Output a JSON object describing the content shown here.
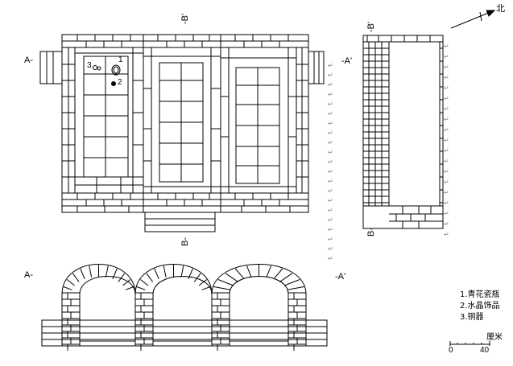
{
  "labels": {
    "a_left": "A-",
    "a_right": "-A'",
    "b_top": "-B'",
    "b_bottom": "B-",
    "section_a_left": "A-",
    "section_a_right": "-A'",
    "side_b_top": "-B'",
    "side_b_bottom": "B-",
    "north": "北",
    "marker_1": "1",
    "marker_2": "2",
    "marker_3": "3"
  },
  "legend": {
    "item1": "1.青花瓷瓶",
    "item2": "2.水晶饰品",
    "item3": "3.铜器"
  },
  "scale": {
    "unit": "厘米",
    "start": "0",
    "end": "40"
  },
  "colors": {
    "line": "#000000",
    "background": "#ffffff"
  }
}
